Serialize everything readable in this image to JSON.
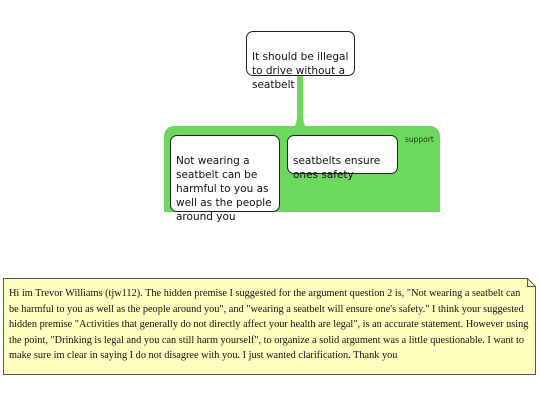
{
  "diagram": {
    "claim": {
      "text": "It should be illegal\nto drive without a\nseatbelt"
    },
    "support_group": {
      "label": "support",
      "color": "#6cd85e",
      "premises": [
        {
          "text": "Not wearing a\nseatbelt can be\nharmful to you as\nwell as the people\naround you"
        },
        {
          "text": "seatbelts ensure\nones safety"
        }
      ]
    }
  },
  "note": {
    "background": "#ffffc0",
    "text": "Hi im Trevor Williams (tjw112). The hidden premise I suggested for the argument question 2 is, \"Not wearing a seatbelt can be harmful to you as well as the people around you\", and \"wearing a seatbelt will ensure one's safety.\" I think your suggested hidden premise \"Activities that generally do not directly affect your health are legal\", is an accurate statement. However using the point, \"Drinking is legal and you can still harm yourself\", to organize a solid argument was a little questionable. I want to make sure im clear in saying I do not disagree with you. I just wanted clarification. Thank you"
  }
}
